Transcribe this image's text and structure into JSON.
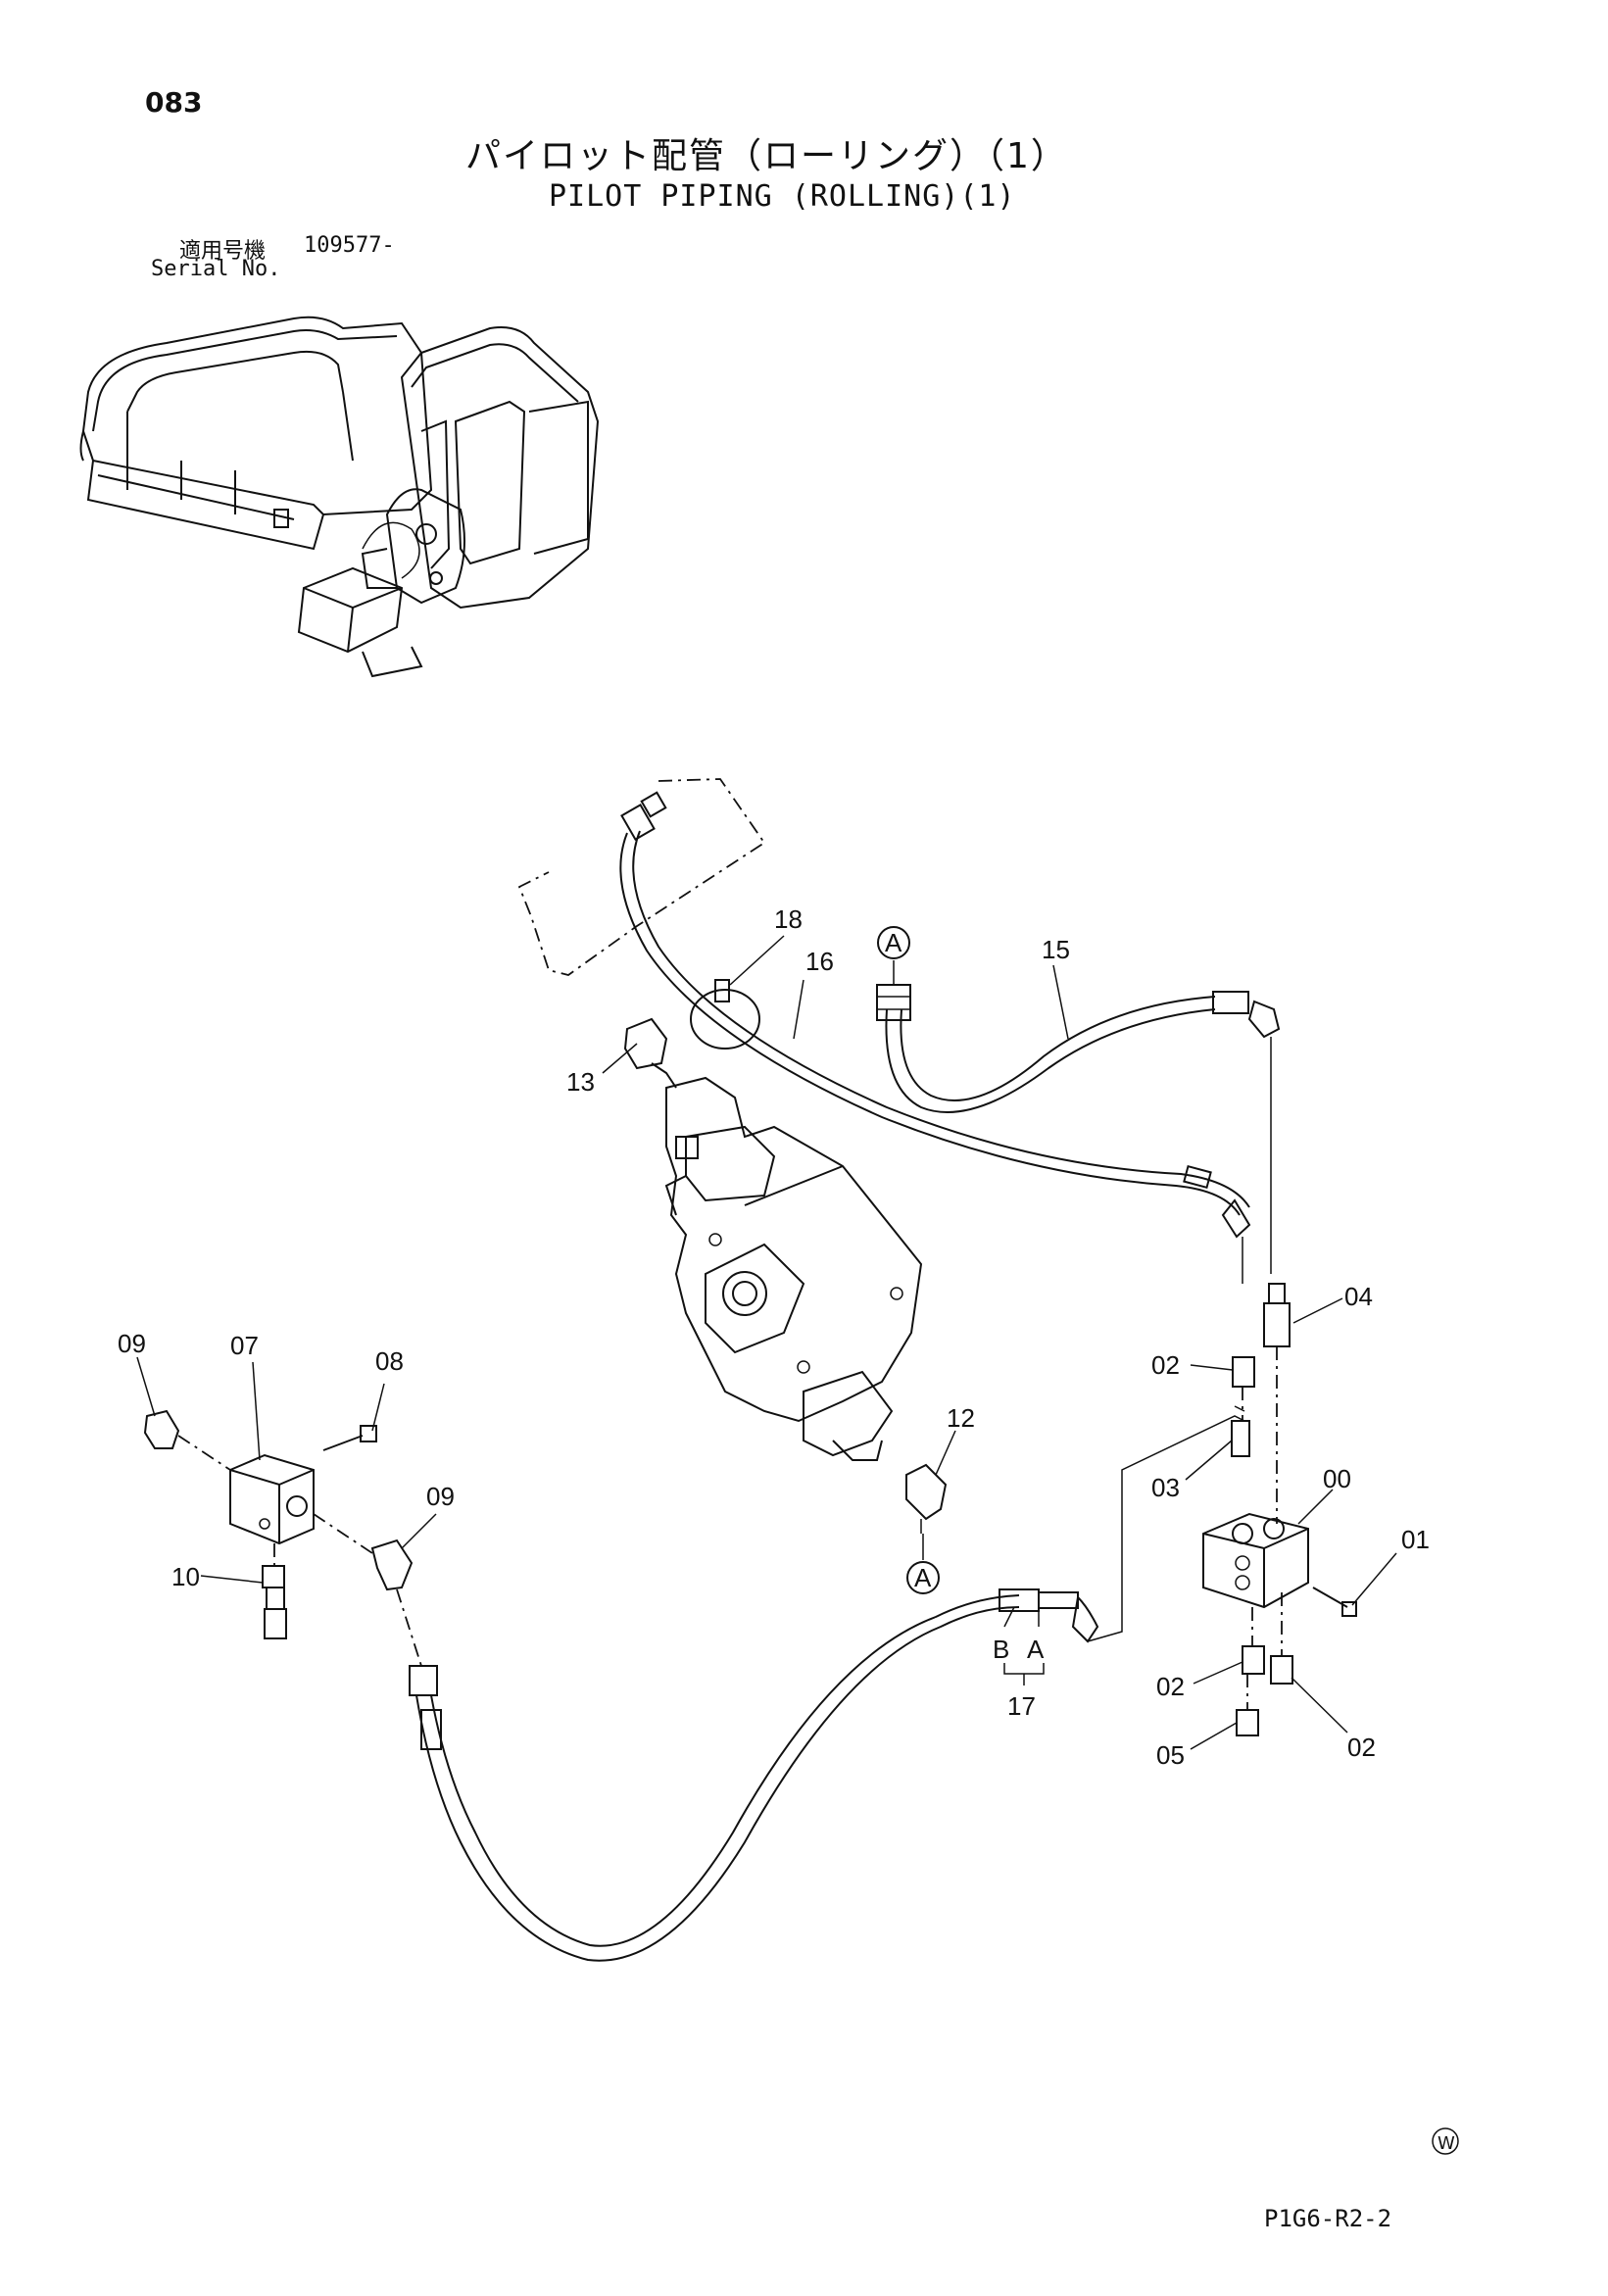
{
  "header": {
    "page_number": "083",
    "title_ja": "パイロット配管（ローリング）（1）",
    "title_en": "PILOT PIPING (ROLLING)(1)",
    "serial_label_ja": "適用号機",
    "serial_label_en": "Serial No.",
    "serial_value": "109577-"
  },
  "callouts": {
    "c00": "00",
    "c01": "01",
    "c02a": "02",
    "c02b": "02",
    "c02c": "02",
    "c03": "03",
    "c04": "04",
    "c05": "05",
    "c07": "07",
    "c08": "08",
    "c09a": "09",
    "c09b": "09",
    "c10": "10",
    "c12": "12",
    "c13": "13",
    "c15": "15",
    "c16": "16",
    "c17": "17",
    "c18": "18",
    "port_b": "B",
    "port_a": "A",
    "ref_a1": "A",
    "ref_a2": "A"
  },
  "footer": {
    "drawing_code": "P1G6-R2-2",
    "mark": "W"
  },
  "icons": {
    "excavator": "excavator-overview-icon",
    "valve": "control-valve-icon",
    "block": "manifold-block-icon",
    "switch": "pressure-switch-icon"
  }
}
